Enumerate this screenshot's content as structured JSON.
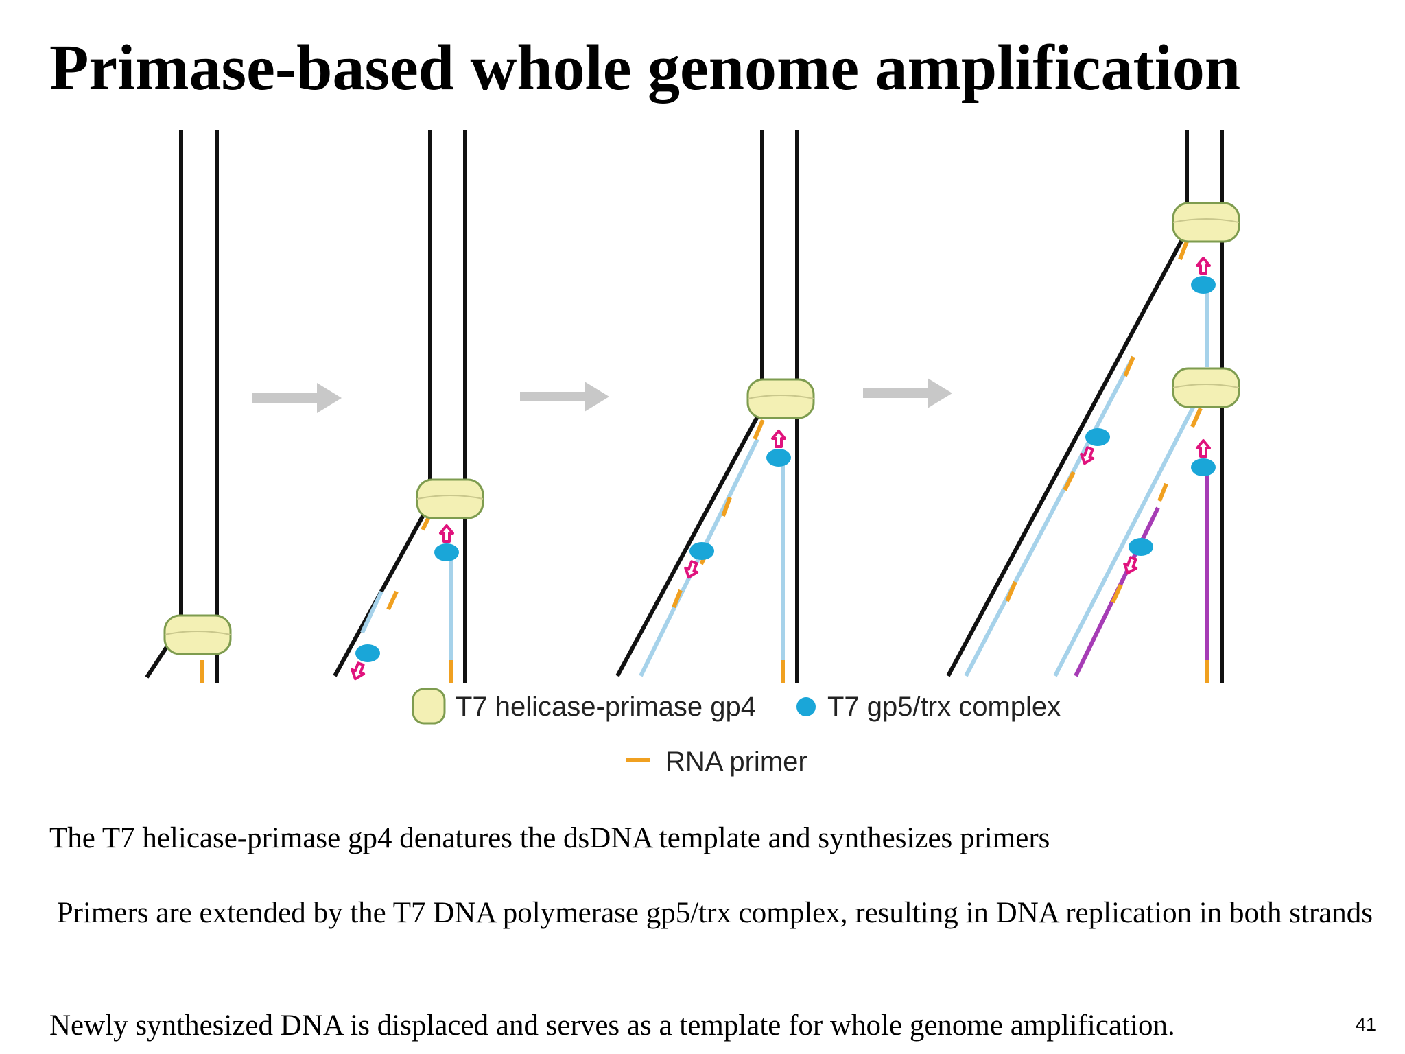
{
  "slide": {
    "title": "Primase-based whole genome amplification",
    "page_number": "41"
  },
  "legend": {
    "helicase_label": "T7 helicase-primase gp4",
    "polymerase_label": "T7 gp5/trx complex",
    "primer_label": "RNA primer"
  },
  "body": {
    "paragraph_1": "The T7 helicase-primase gp4 denatures the dsDNA template and synthesizes primers",
    "paragraph_2": " Primers are extended by the T7 DNA polymerase gp5/trx complex, resulting in DNA replication in both strands",
    "paragraph_3": "Newly synthesized DNA is displaced and serves as a template for whole genome amplification."
  },
  "colors": {
    "dna_strand": "#111111",
    "helicase_fill": "#f3f0b4",
    "helicase_stroke": "#7e9c4f",
    "polymerase": "#1aa6d8",
    "rna_primer": "#f0a020",
    "new_strand": "#a6d2ea",
    "displaced_strand": "#a63cb5",
    "direction_arrow": "#e0137d",
    "step_arrow": "#c8c8c8"
  }
}
